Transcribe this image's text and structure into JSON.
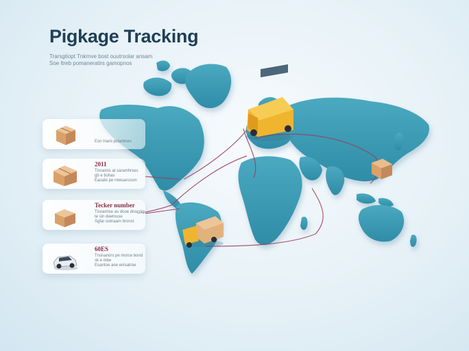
{
  "title": "Pigkage Tracking",
  "subtitle_lines": [
    "Trarsgtiopt Tnkrnve bost ouutrsolar ansam",
    "Soe ltreb pomaneratirs gamopnos"
  ],
  "cards": [
    {
      "icon": "package-icon",
      "heading": "",
      "lines": [
        "",
        "Esn tnaro pctarbnes",
        ""
      ]
    },
    {
      "icon": "package-icon",
      "heading": "2011",
      "lines": [
        "Tisnamis at saramhrses",
        "gb e tiohas",
        "Eaoate pe mtesarcosm"
      ]
    },
    {
      "icon": "package-icon",
      "heading": "Tecker number",
      "lines": [
        "Tisnamise as dnoe dnacnig",
        "te sin deetnuse",
        "Sgfar ostnaam bronst"
      ]
    },
    {
      "icon": "car-icon",
      "heading": "60ES",
      "lines": [
        "Tnsnanors pe morce bond",
        "sk e mbe",
        "Eoantoe ane enisatroe"
      ]
    }
  ],
  "colors": {
    "ocean_land": "#3f9fb8",
    "route": "#9b3d5c",
    "truck": "#f0b52e",
    "title": "#1f3f57"
  }
}
